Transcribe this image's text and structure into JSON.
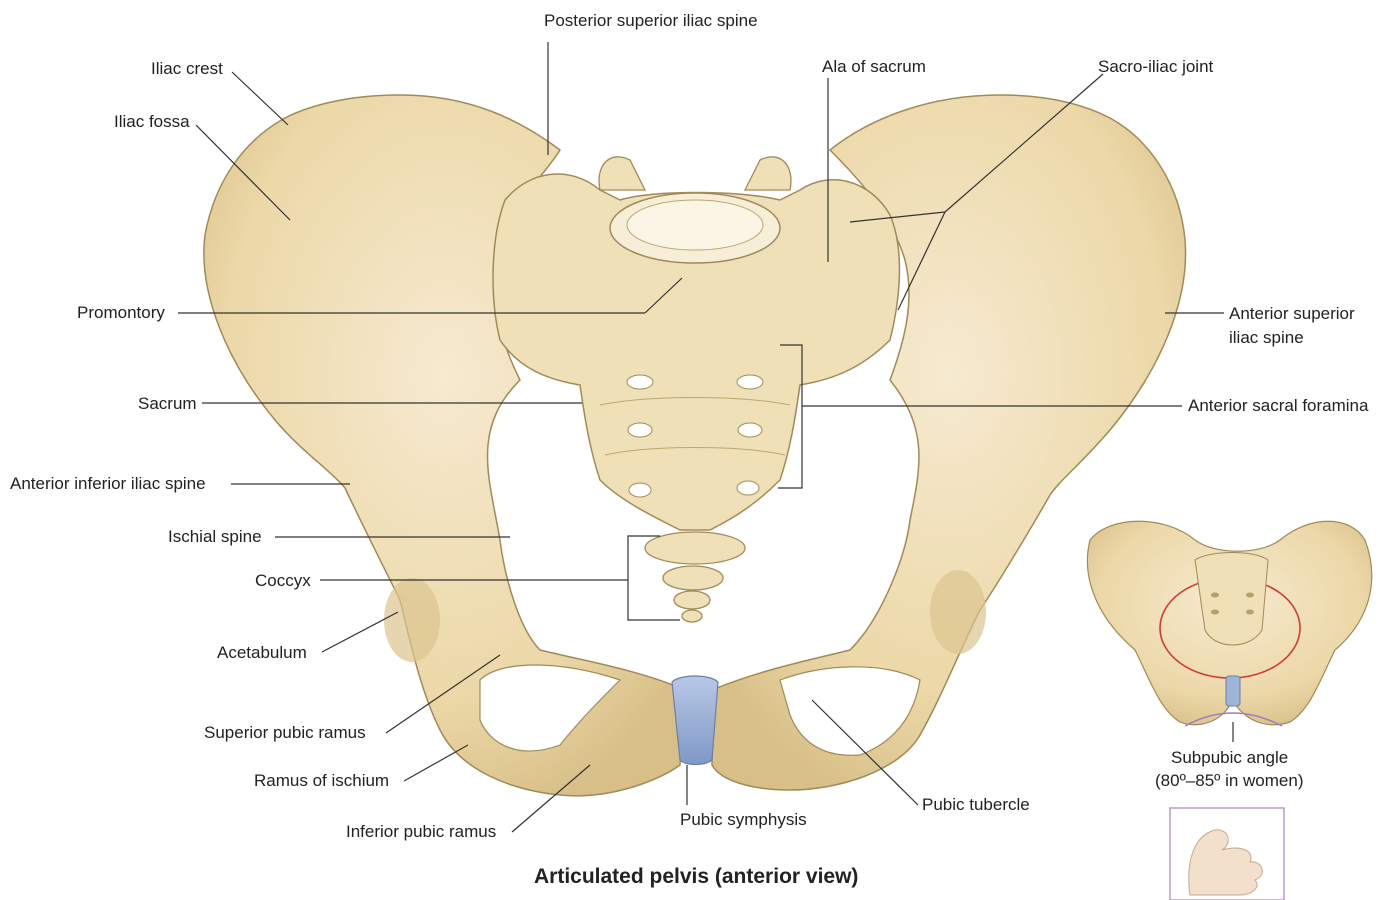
{
  "labels": {
    "posterior_superior_iliac_spine": "Posterior superior iliac spine",
    "iliac_crest": "Iliac crest",
    "iliac_fossa": "Iliac fossa",
    "ala_of_sacrum": "Ala of sacrum",
    "sacro_iliac_joint": "Sacro-iliac joint",
    "promontory": "Promontory",
    "anterior_superior_iliac_spine_1": "Anterior superior",
    "anterior_superior_iliac_spine_2": "iliac spine",
    "sacrum": "Sacrum",
    "anterior_sacral_foramina": "Anterior sacral foramina",
    "anterior_inferior_iliac_spine": "Anterior inferior iliac spine",
    "ischial_spine": "Ischial spine",
    "coccyx": "Coccyx",
    "acetabulum": "Acetabulum",
    "superior_pubic_ramus": "Superior pubic ramus",
    "ramus_of_ischium": "Ramus of ischium",
    "inferior_pubic_ramus": "Inferior pubic ramus",
    "pubic_symphysis": "Pubic symphysis",
    "pubic_tubercle": "Pubic tubercle",
    "subpubic_angle": "Subpubic angle",
    "subpubic_angle_note": "(80º–85º in women)"
  },
  "caption": "Articulated pelvis (anterior view)",
  "colors": {
    "bone": "#eedcae",
    "bone_shadow": "#d6bf86",
    "bone_outline": "#a08a58",
    "symphysis": "#9fb4d8",
    "inlet_ring": "#d03a3a",
    "thumbnail_border": "#b89ac8",
    "text": "#222222"
  }
}
